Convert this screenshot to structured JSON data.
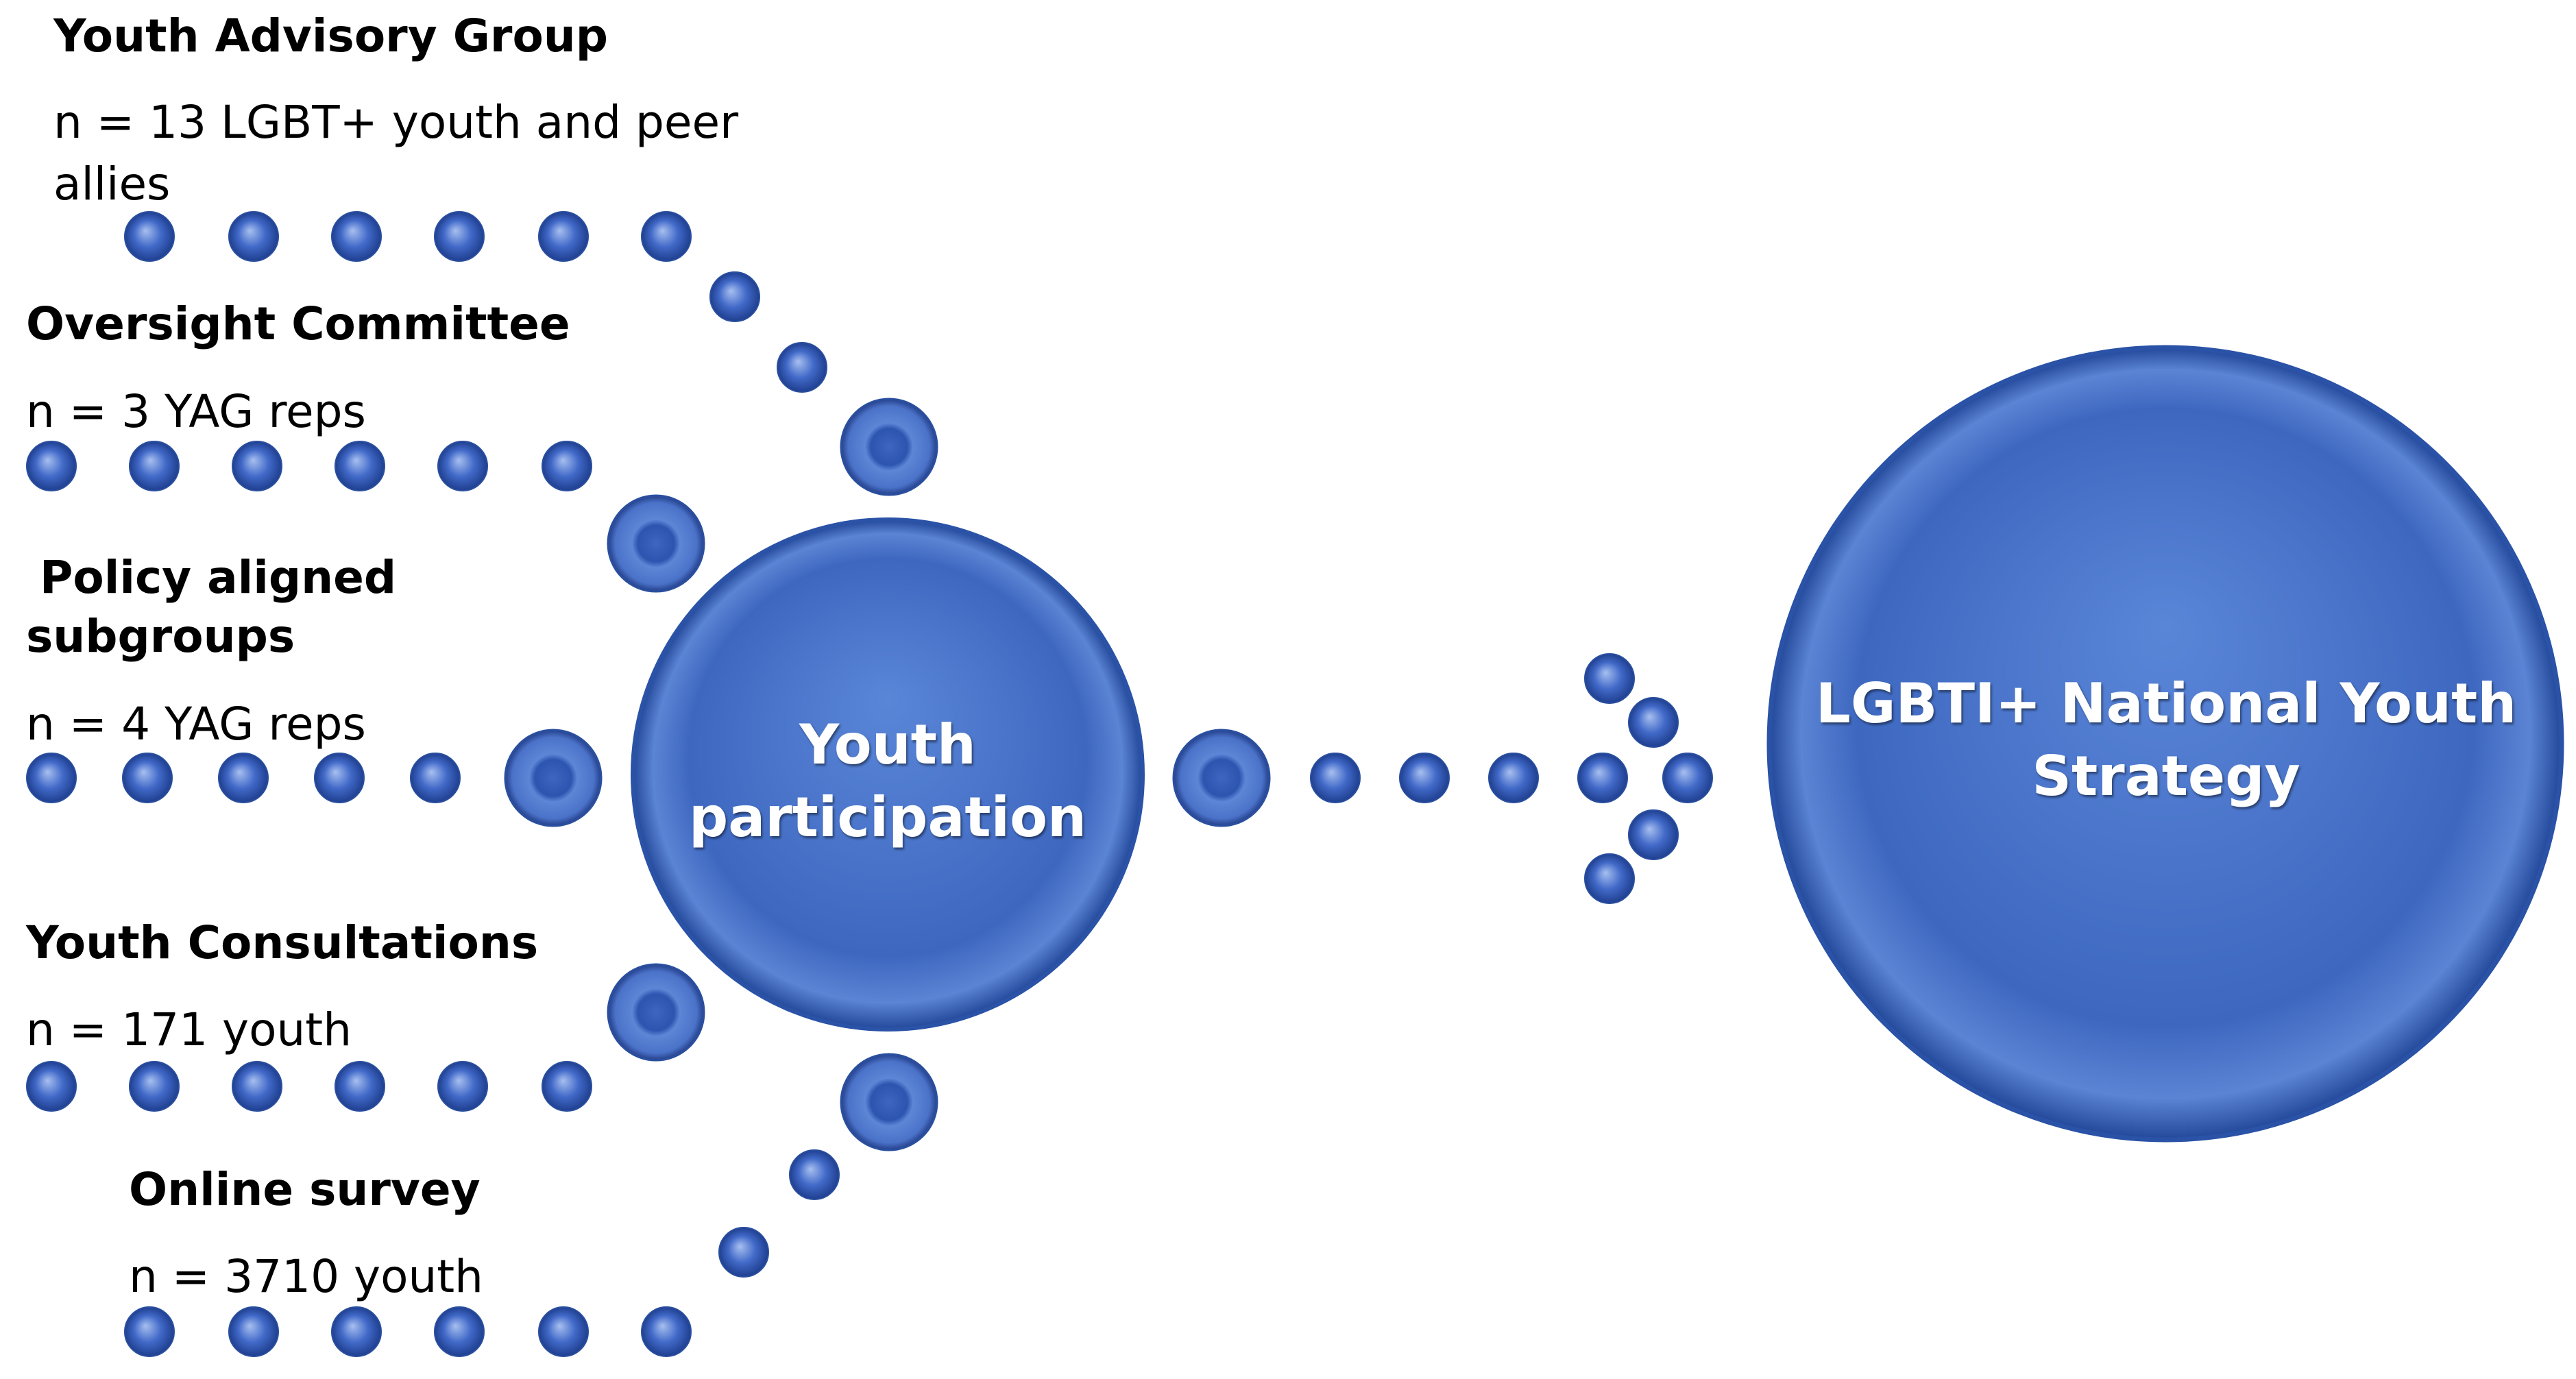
{
  "groups": [
    {
      "title": "Youth Advisory Group",
      "sub": "n = 13 LGBT+ youth and peer allies"
    },
    {
      "title": "Oversight Committee",
      "sub": "n = 3 YAG reps"
    },
    {
      "title": "Policy aligned subgroups",
      "sub": "n = 4 YAG reps"
    },
    {
      "title": "Youth Consultations",
      "sub": "n = 171 youth"
    },
    {
      "title": "Online survey",
      "sub": "n = 3710 youth"
    }
  ],
  "hub": {
    "label": "Youth participation"
  },
  "goal": {
    "label": "LGBTI+ National Youth Strategy"
  },
  "colors": {
    "dot": "#4169c8",
    "dot_light": "#a8c0f0",
    "dot_dark": "#1f3f8f",
    "circle": "#4a76cc",
    "circle_edge": "#2a52a6"
  }
}
